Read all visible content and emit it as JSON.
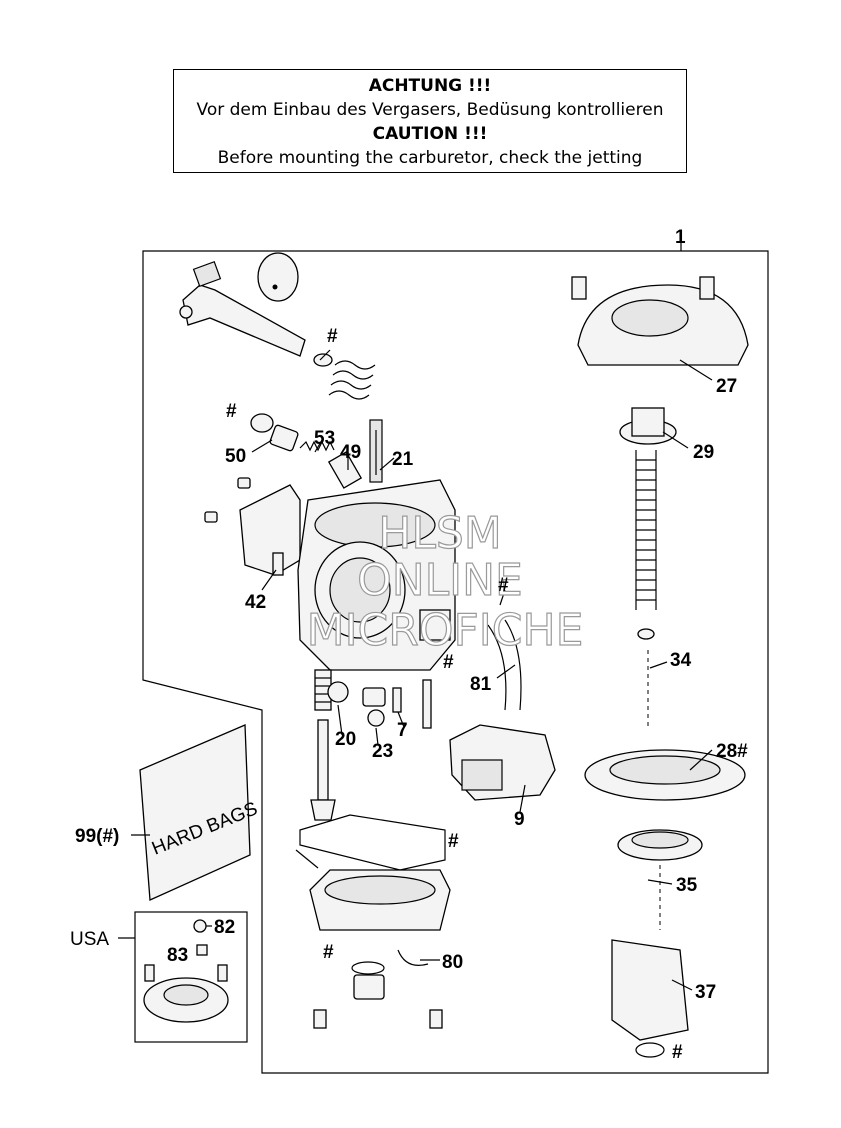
{
  "warning": {
    "line1": "ACHTUNG !!!",
    "line2": "Vor dem Einbau des Vergasers, Bedüsung kontrollieren",
    "line3": "CAUTION !!!",
    "line4": "Before mounting the carburetor, check the jetting"
  },
  "watermark": {
    "line1": "HLSM",
    "line2": "ONLINE",
    "line3": "MICROFICHE"
  },
  "bag_text": "HARD BAGS",
  "labels": {
    "p1": "1",
    "p27": "27",
    "p29": "29",
    "p21": "21",
    "p49": "49",
    "p53": "53",
    "p50": "50",
    "p42": "42",
    "p34": "34",
    "p81": "81",
    "p28": "28#",
    "p20": "20",
    "p23": "23",
    "p7": "7",
    "p9": "9",
    "p35": "35",
    "p37": "37",
    "p80": "80",
    "p82": "82",
    "p83": "83",
    "p99": "99(#)",
    "usa": "USA",
    "hash": "#"
  }
}
